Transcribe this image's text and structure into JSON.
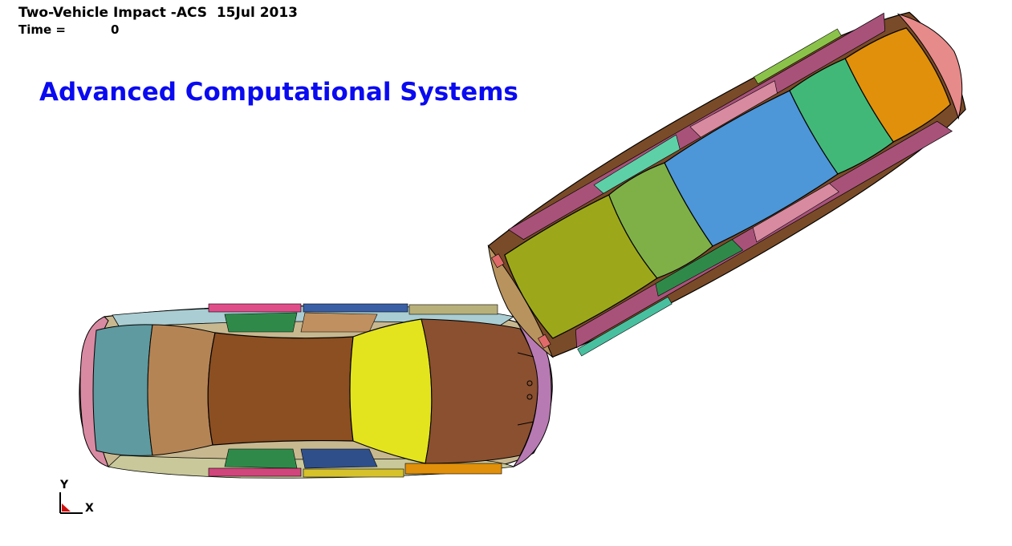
{
  "header": {
    "title": "Two-Vehicle Impact -ACS  15Jul 2013",
    "time_label": "Time =",
    "time_value": "0"
  },
  "overlay": {
    "brand_text": "Advanced Computational Systems",
    "brand_color": "#0a0af0"
  },
  "triad": {
    "y_label": "Y",
    "x_label": "X"
  },
  "colors": {
    "background": "#ffffff",
    "car1_roof": "#8b4f22",
    "car1_hood": "#e4e41e",
    "car1_trunk": "#5e9aa0",
    "car1_rear_window": "#b58455",
    "car1_front_section": "#8a5030",
    "car2_roof": "#4d96d8",
    "car2_hood": "#9ca81a",
    "car2_windshield": "#7fb048",
    "car2_rear_window": "#42b878",
    "car2_trunk": "#e0900a",
    "car2_body": "#7a4b28"
  }
}
